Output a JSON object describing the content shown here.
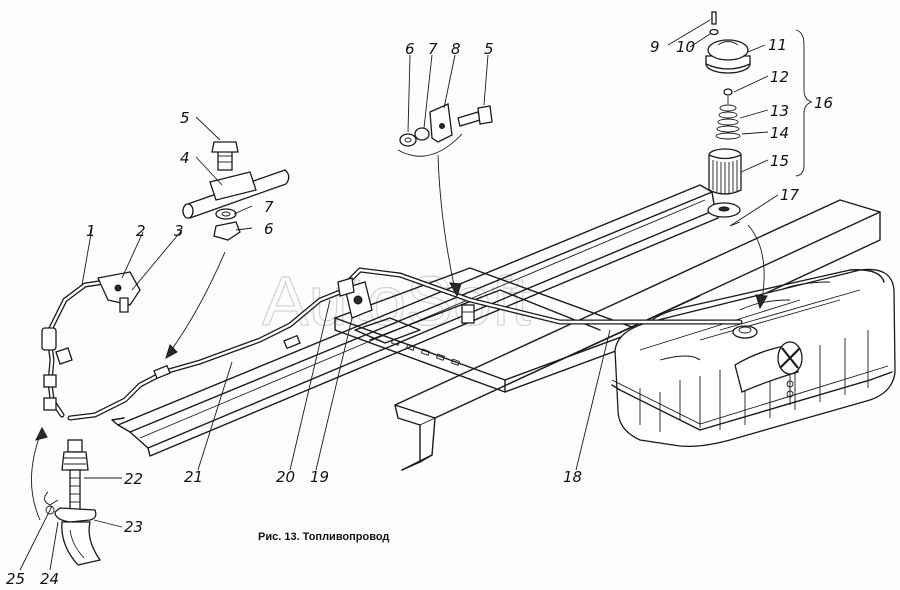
{
  "figure": {
    "caption": "Рис. 13. Топливопровод",
    "watermark": "AutoSoft",
    "callouts": [
      {
        "id": "1",
        "text": "1"
      },
      {
        "id": "2",
        "text": "2"
      },
      {
        "id": "3",
        "text": "3"
      },
      {
        "id": "4",
        "text": "4"
      },
      {
        "id": "5a",
        "text": "5"
      },
      {
        "id": "7a",
        "text": "7"
      },
      {
        "id": "6a",
        "text": "6"
      },
      {
        "id": "6b",
        "text": "6"
      },
      {
        "id": "7b",
        "text": "7"
      },
      {
        "id": "8",
        "text": "8"
      },
      {
        "id": "5b",
        "text": "5"
      },
      {
        "id": "9",
        "text": "9"
      },
      {
        "id": "10",
        "text": "10"
      },
      {
        "id": "11",
        "text": "11"
      },
      {
        "id": "12",
        "text": "12"
      },
      {
        "id": "13",
        "text": "13"
      },
      {
        "id": "14",
        "text": "14"
      },
      {
        "id": "15",
        "text": "15"
      },
      {
        "id": "16",
        "text": "16"
      },
      {
        "id": "17",
        "text": "17"
      },
      {
        "id": "18",
        "text": "18"
      },
      {
        "id": "19",
        "text": "19"
      },
      {
        "id": "20",
        "text": "20"
      },
      {
        "id": "21",
        "text": "21"
      },
      {
        "id": "22",
        "text": "22"
      },
      {
        "id": "23",
        "text": "23"
      },
      {
        "id": "24",
        "text": "24"
      },
      {
        "id": "25",
        "text": "25"
      }
    ]
  }
}
